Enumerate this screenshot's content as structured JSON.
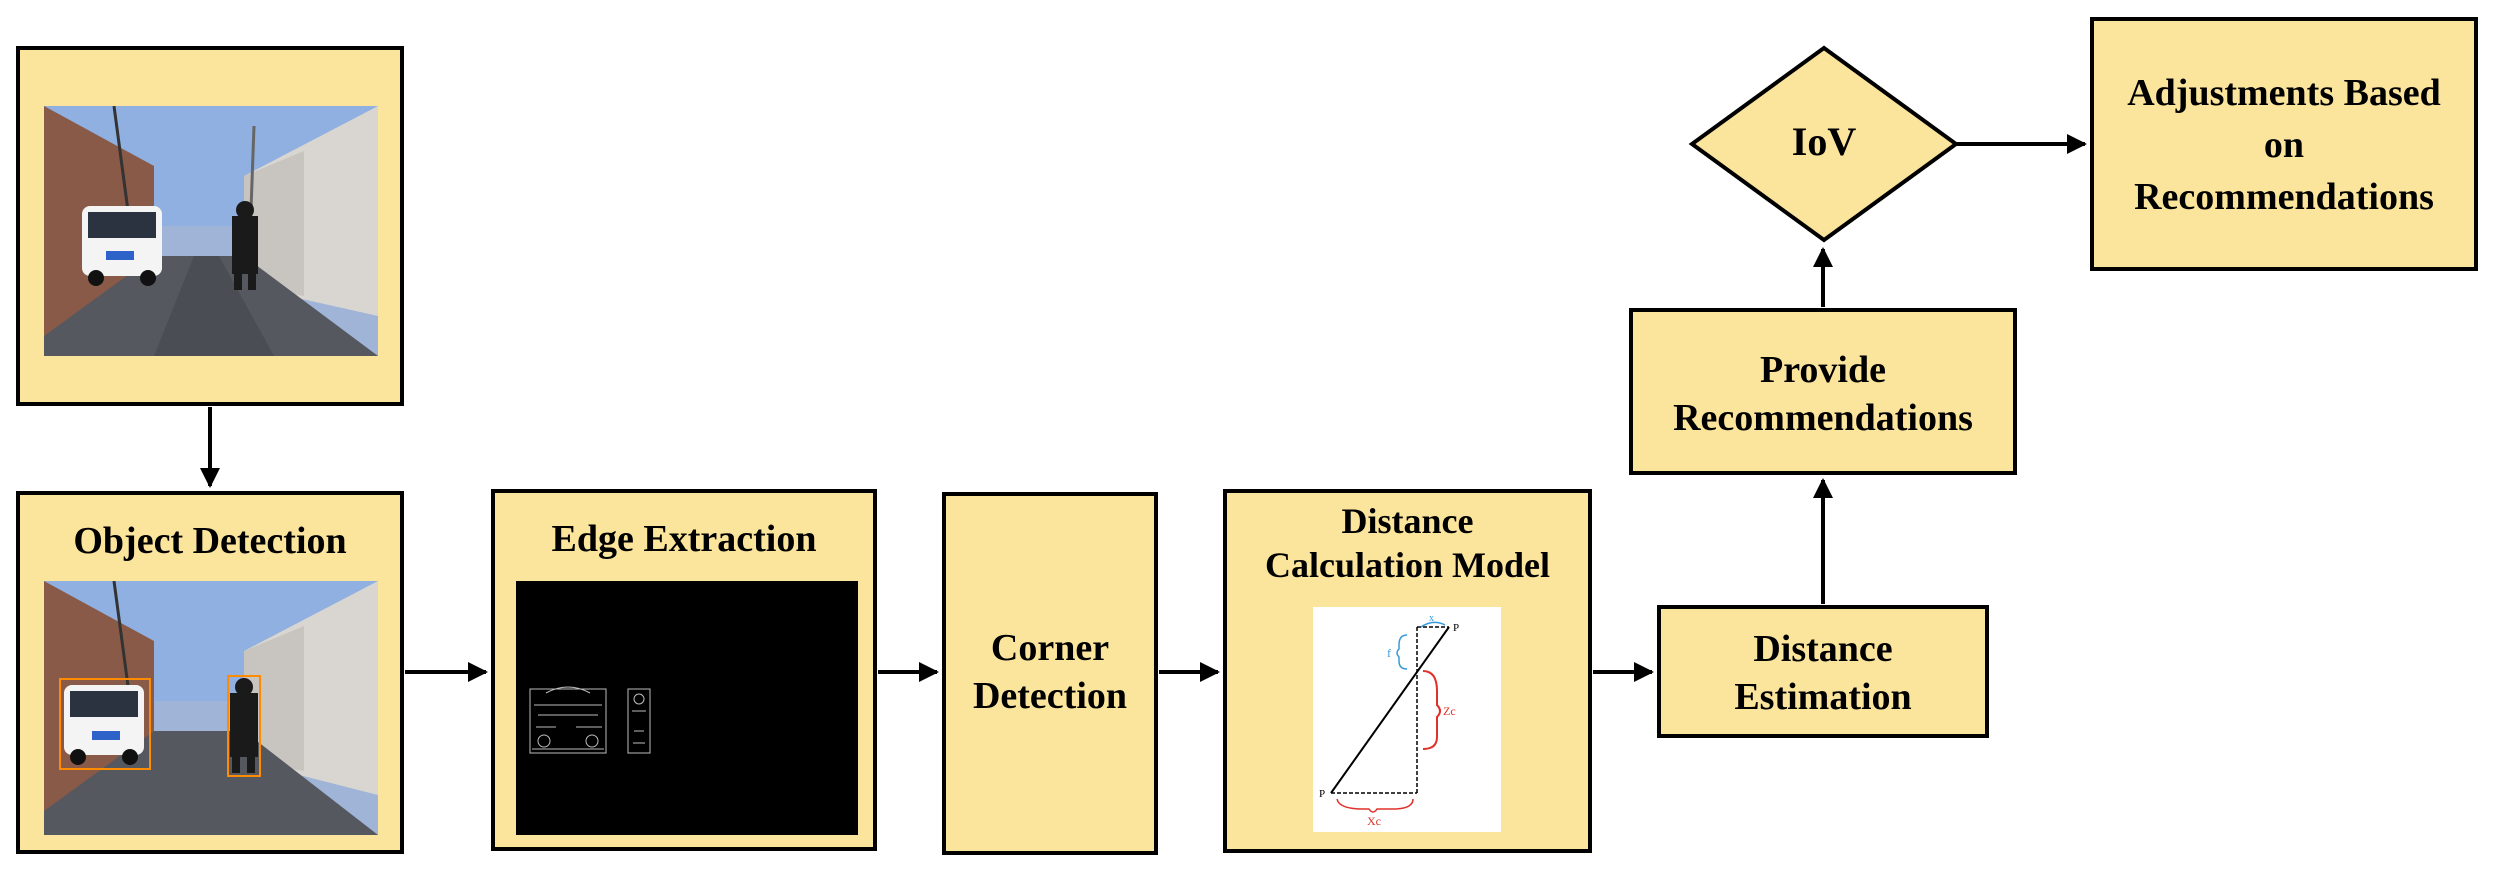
{
  "nodes": {
    "object_detection": "Object Detection",
    "edge_extraction": "Edge Extraction",
    "corner_detection": "Corner\nDetection",
    "distance_model": "Distance\nCalculation Model",
    "distance_estimation": "Distance\nEstimation",
    "provide_recommendations": "Provide\nRecommendations",
    "iov": "IoV",
    "adjustments": "Adjustments Based\non\nRecommendations"
  },
  "model_figure": {
    "point_top": "P",
    "point_bottom": "P",
    "label_x": "x",
    "label_f": "f",
    "label_zc": "Zc",
    "label_xc": "Xc"
  },
  "colors": {
    "box_fill": "#FBE49C",
    "border": "#000000",
    "blue_annotation": "#3a9ad9",
    "red_annotation": "#e0302a"
  }
}
